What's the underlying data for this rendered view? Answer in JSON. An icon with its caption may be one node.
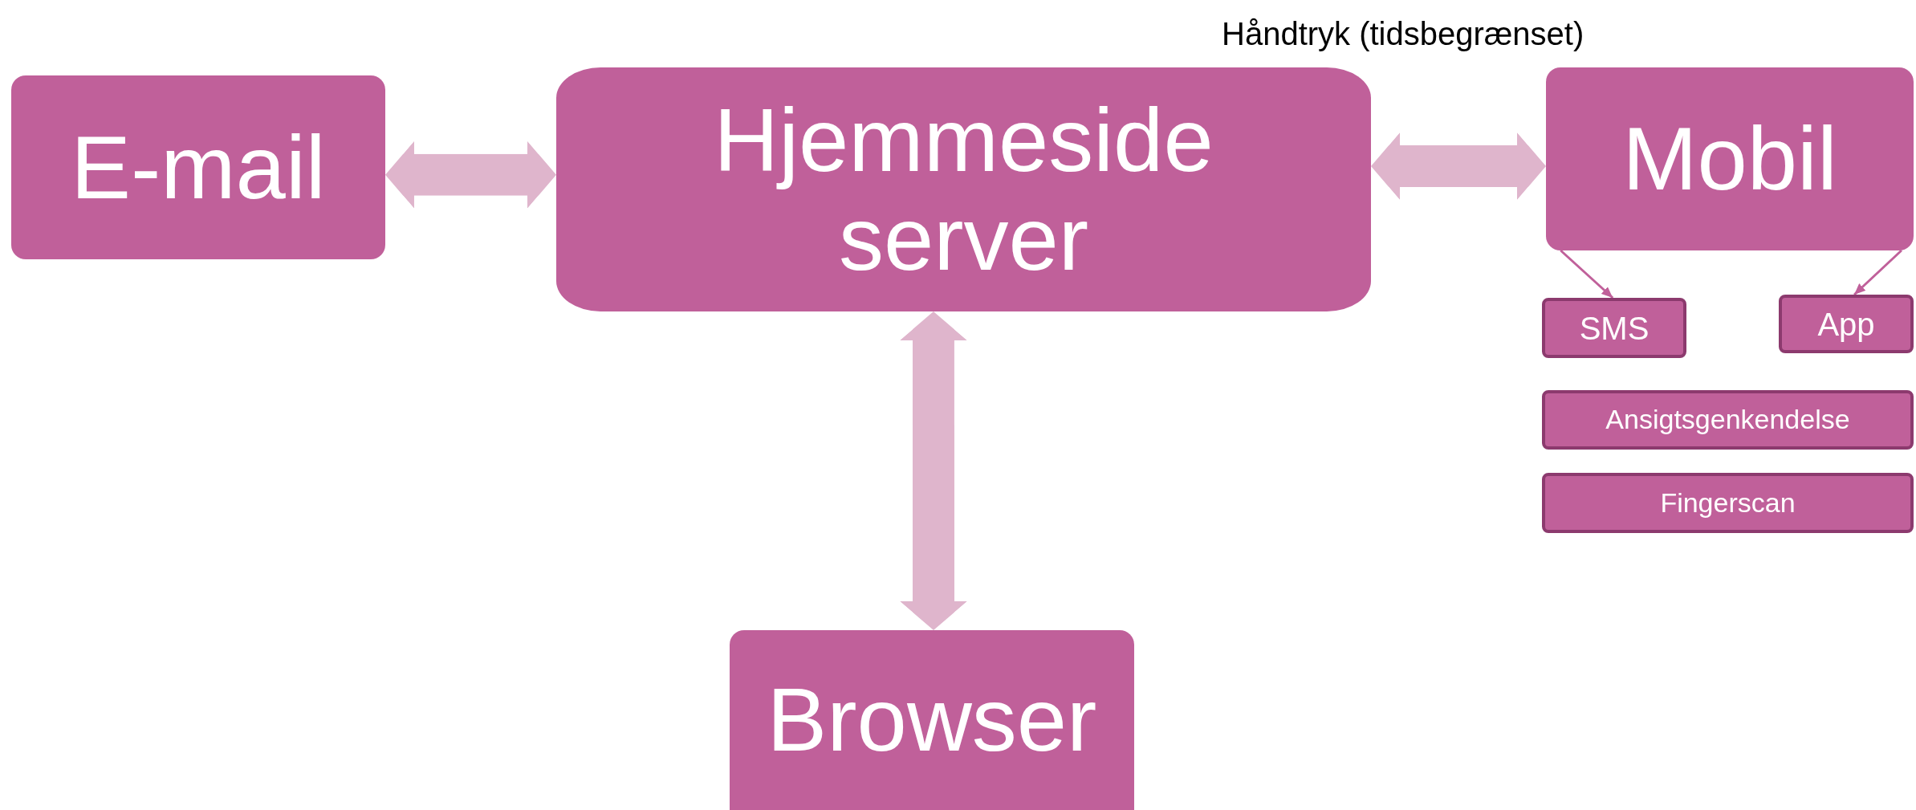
{
  "diagram": {
    "nodes": [
      {
        "text": [
          "E-mail"
        ]
      },
      {
        "text": [
          "Hjemmeside server"
        ]
      },
      {
        "text": [
          "Mobil"
        ]
      },
      {
        "text": [
          "SMS"
        ]
      },
      {
        "text": [
          "App"
        ]
      },
      {
        "text": [
          "Ansigtsgenkendelse"
        ]
      },
      {
        "text": [
          "Fingerscan"
        ]
      },
      {
        "text": [
          "Browser"
        ]
      }
    ],
    "edges": [
      {
        "from": 0,
        "to": 1,
        "arrow": "both"
      },
      {
        "from": 1,
        "to": 2,
        "arrow": "both"
      },
      {
        "from": 1,
        "to": 7,
        "arrow": "both"
      },
      {
        "from": 2,
        "to": 3,
        "arrow": "to",
        "color": "#c0609a"
      },
      {
        "from": 2,
        "to": 4,
        "arrow": "to",
        "color": "#c0609a"
      }
    ],
    "labels": [
      "Håndtryk (tidsbegrænset)"
    ]
  }
}
